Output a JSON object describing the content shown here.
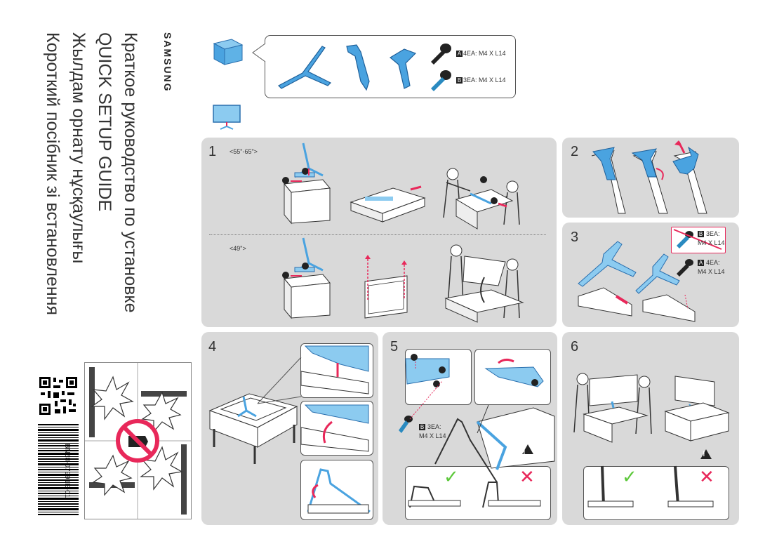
{
  "titles": {
    "brand": "SAMSUNG",
    "ru": "Краткое руководство по установке",
    "en": "QUICK SETUP GUIDE",
    "kk": "Жылдам орнату нұсқаулығы",
    "uk": "Короткий посібник зі встановлення"
  },
  "doc_code": "BN68-07991E-01",
  "parts": {
    "screw_a": "4EA: M4 X L14",
    "screw_b": "3EA: M4 X L14",
    "label_a": "A",
    "label_b": "B"
  },
  "steps": {
    "s1": "1",
    "s1_size_large": "<55\"-65\">",
    "s1_size_small": "<49\">",
    "s2": "2",
    "s3": "3",
    "s3_b_line1": "3EA:",
    "s3_b_line2": "M4 X L14",
    "s3_a_line1": "4EA:",
    "s3_a_line2": "M4 X L14",
    "s4": "4",
    "s5": "5",
    "s5_b_line1": "3EA:",
    "s5_b_line2": "M4 X L14",
    "s6": "6"
  },
  "marks": {
    "ok": "✓",
    "no": "✕",
    "warn": "!"
  },
  "colors": {
    "panel": "#d9d9d9",
    "accent_blue": "#4aa3e0",
    "light_blue": "#8ccbf0",
    "red": "#e8285a",
    "green": "#5cc83a"
  }
}
